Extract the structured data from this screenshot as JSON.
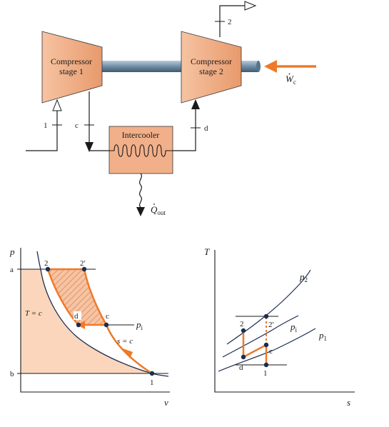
{
  "diagram": {
    "compressor1": {
      "line1": "Compressor",
      "line2": "stage 1"
    },
    "compressor2": {
      "line1": "Compressor",
      "line2": "stage 2"
    },
    "intercooler": "Intercooler",
    "work_symbol": "W",
    "work_sub": "c",
    "heat_symbol": "Q",
    "heat_sub": "out",
    "states": {
      "s1": "1",
      "s2": "2",
      "sc": "c",
      "sd": "d"
    }
  },
  "pv": {
    "y_axis": "p",
    "x_axis": "v",
    "label_a": "a",
    "label_b": "b",
    "pt_2": "2",
    "pt_2p": "2′",
    "pt_d": "d",
    "pt_c": "c",
    "pt_1": "1",
    "iso_T": "T = c",
    "iso_s": "s = c",
    "pi_sym": "p",
    "pi_sub": "i"
  },
  "ts": {
    "y_axis": "T",
    "x_axis": "s",
    "pt_2": "2",
    "pt_2p": "2′",
    "pt_c": "c",
    "pt_d": "d",
    "pt_1": "1",
    "p2_sym": "p",
    "p2_sub": "2",
    "pi_sym": "p",
    "pi_sub": "i",
    "p1_sym": "p",
    "p1_sub": "1"
  },
  "colors": {
    "orange": "#ee7a2a",
    "box_fill": "#f2b08a",
    "peach": "#fbd6bd",
    "navy": "#1b2d4f",
    "shaft": "#7d98ad"
  }
}
